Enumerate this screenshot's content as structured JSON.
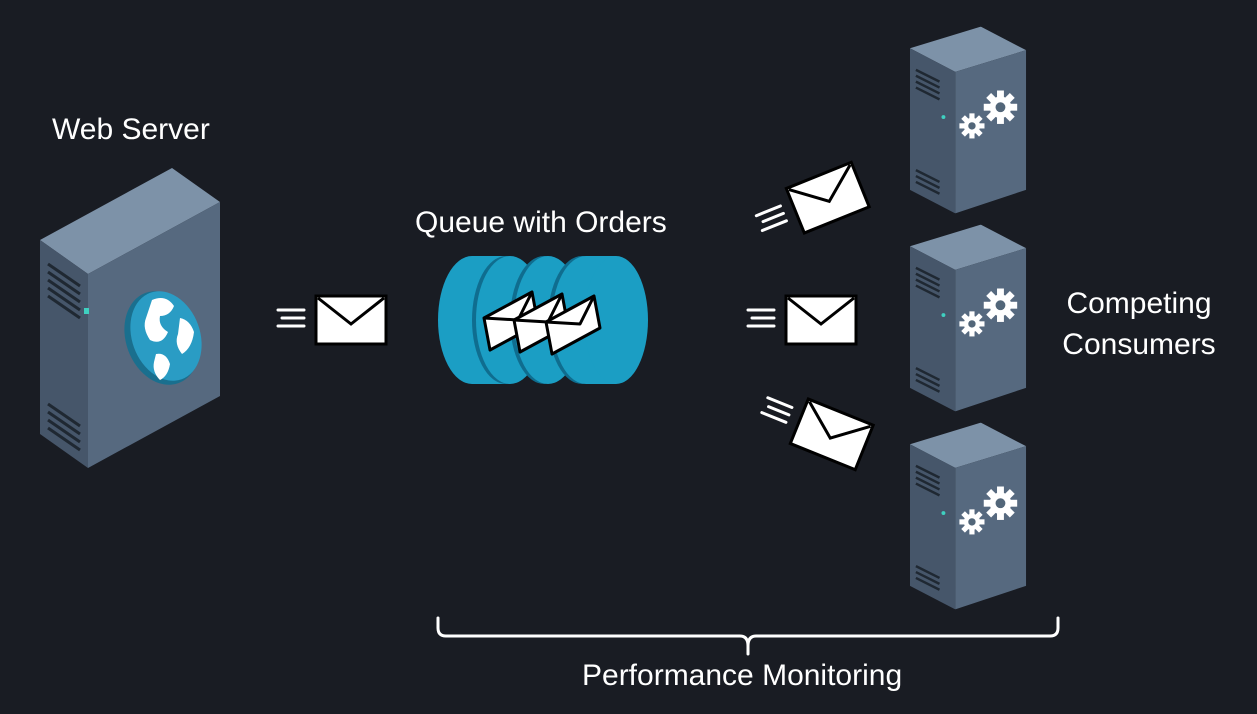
{
  "diagram": {
    "web_server": {
      "label": "Web Server",
      "icon": "server-globe-icon"
    },
    "queue": {
      "label": "Queue with Orders",
      "icon": "message-queue-icon"
    },
    "consumers": {
      "label": "Competing Consumers",
      "icon": "server-gears-icon",
      "count": 3
    },
    "monitoring": {
      "label": "Performance Monitoring",
      "icon": "curly-brace-icon"
    },
    "message_icon": "envelope-icon",
    "colors": {
      "background": "#191c23",
      "server_face": "#5a6f86",
      "server_side": "#3b4a5c",
      "server_top": "#7d92a8",
      "queue_blue": "#1b9ec4",
      "queue_dark": "#0f6d8f",
      "text": "#ffffff"
    }
  }
}
